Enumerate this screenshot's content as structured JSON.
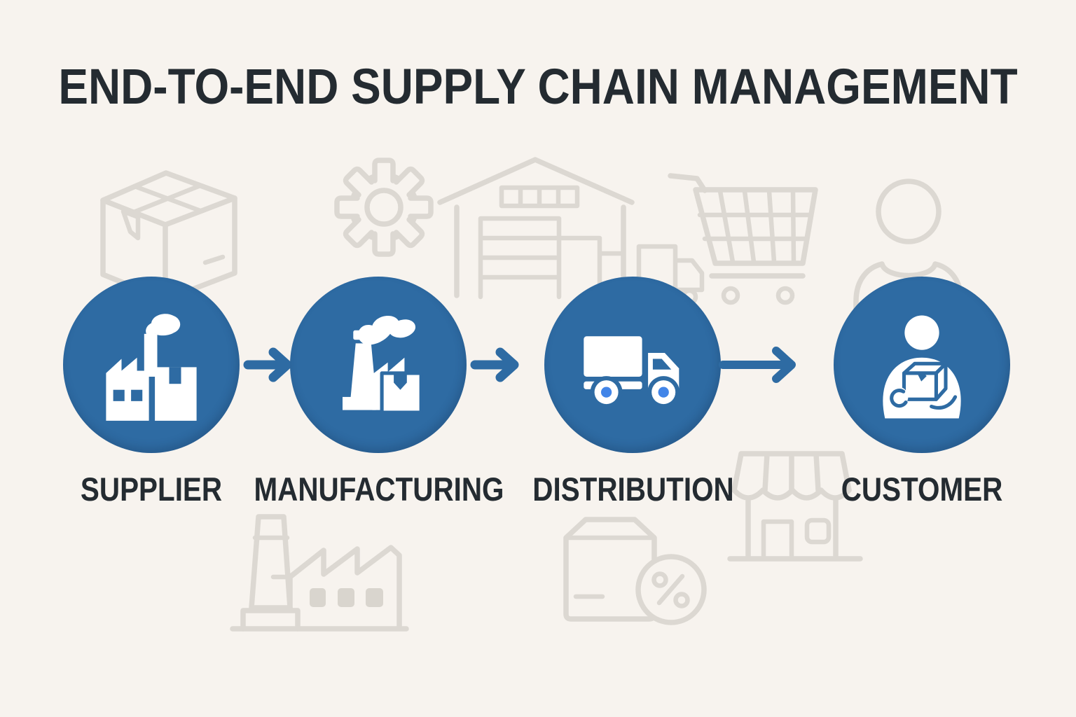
{
  "title": "END-TO-END SUPPLY CHAIN MANAGEMENT",
  "flow": {
    "stages": [
      {
        "label": "SUPPLIER",
        "icon": "factory-building-icon"
      },
      {
        "label": "MANUFACTURING",
        "icon": "factory-chimney-icon"
      },
      {
        "label": "DISTRIBUTION",
        "icon": "delivery-truck-icon"
      },
      {
        "label": "CUSTOMER",
        "icon": "person-holding-box-icon"
      }
    ],
    "connectors": [
      {
        "icon": "arrow-right-icon"
      },
      {
        "icon": "arrow-right-icon"
      },
      {
        "icon": "arrow-right-icon"
      }
    ]
  },
  "background_watermarks": [
    "package-box",
    "gear",
    "warehouse",
    "delivery-truck",
    "shopping-cart",
    "person",
    "factory",
    "package-discount",
    "storefront"
  ],
  "colors": {
    "background": "#f7f3ee",
    "primary_blue": "#2e6ba3",
    "accent_blue": "#4285e8",
    "text_dark": "#242b31",
    "watermark": "#dcd8d2"
  }
}
